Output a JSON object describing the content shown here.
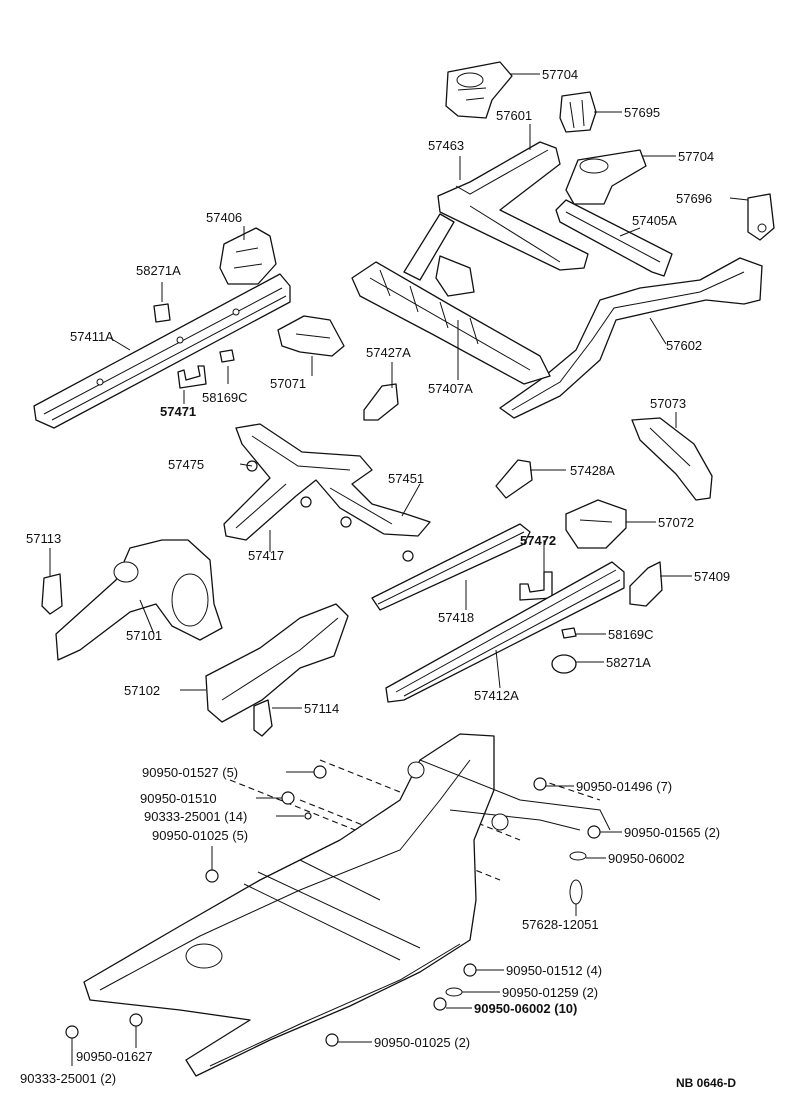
{
  "labels": {
    "p57704a": "57704",
    "p57695": "57695",
    "p57601": "57601",
    "p57463": "57463",
    "p57704b": "57704",
    "p57696": "57696",
    "p57406": "57406",
    "p57405a": "57405A",
    "p58271a_1": "58271A",
    "p57411a": "57411A",
    "p57602": "57602",
    "p57427a": "57427A",
    "p57071": "57071",
    "p58169c_1": "58169C",
    "p57407a": "57407A",
    "p57471": "57471",
    "p57073": "57073",
    "p57475": "57475",
    "p57451": "57451",
    "p57428a": "57428A",
    "p57113": "57113",
    "p57472": "57472",
    "p57072": "57072",
    "p57417": "57417",
    "p57409": "57409",
    "p57101": "57101",
    "p57418": "57418",
    "p58169c_2": "58169C",
    "p58271a_2": "58271A",
    "p57102": "57102",
    "p57412a": "57412A",
    "p57114": "57114",
    "f01527": "90950-01527 (5)",
    "f01496": "90950-01496 (7)",
    "f01510": "90950-01510",
    "f25001_14": "90333-25001 (14)",
    "f01565": "90950-01565 (2)",
    "f01025_5": "90950-01025 (5)",
    "f06002": "90950-06002",
    "f12051": "57628-12051",
    "f01512": "90950-01512 (4)",
    "f01259": "90950-01259 (2)",
    "f06002_10": "90950-06002 (10)",
    "f01627": "90950-01627",
    "f01025_2": "90950-01025 (2)",
    "f25001_2": "90333-25001 (2)"
  },
  "footer": {
    "ref": "NB 0646-D"
  }
}
